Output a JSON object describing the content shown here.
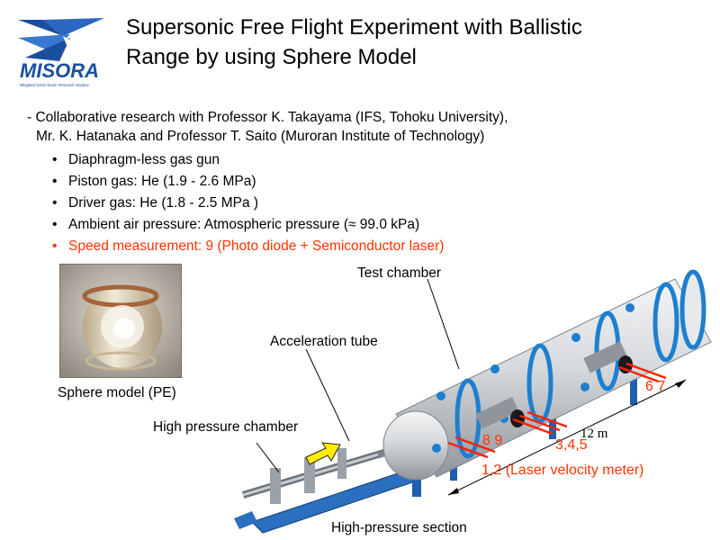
{
  "header": {
    "logo_text": "MISORA",
    "logo_subtext": "Mitigated SOnic-boom Research Airplane",
    "title_line1": "Supersonic Free Flight Experiment with Ballistic",
    "title_line2": "Range by using Sphere Model"
  },
  "intro": {
    "line1": "- Collaborative research with Professor K. Takayama (IFS, Tohoku University),",
    "line2": "Mr. K. Hatanaka and Professor T. Saito (Muroran Institute of Technology)"
  },
  "bullets": [
    "Diaphragm-less gas gun",
    "Piston gas: He (1.9 - 2.6 MPa)",
    "Driver gas: He (1.8 - 2.5 MPa )",
    "Ambient air pressure: Atmospheric pressure (≈ 99.0 kPa)",
    "Speed measurement: 9 (Photo diode + Semiconductor laser)"
  ],
  "labels": {
    "sphere_model": "Sphere model (PE)",
    "acceleration_tube": "Acceleration tube",
    "test_chamber": "Test chamber",
    "high_pressure_chamber": "High pressure chamber",
    "high_pressure_section": "High-pressure section",
    "length": "12 m",
    "sensors_67": "6 7",
    "sensors_89": "8 9",
    "sensors_345": "3,4,5",
    "sensors_12": "1,2 (Laser velocity meter)"
  },
  "colors": {
    "accent_red": "#ff3300",
    "logo_blue": "#1a4fa0",
    "chamber_gray": "#d8dce0",
    "flange_blue": "#1e7fd0"
  }
}
